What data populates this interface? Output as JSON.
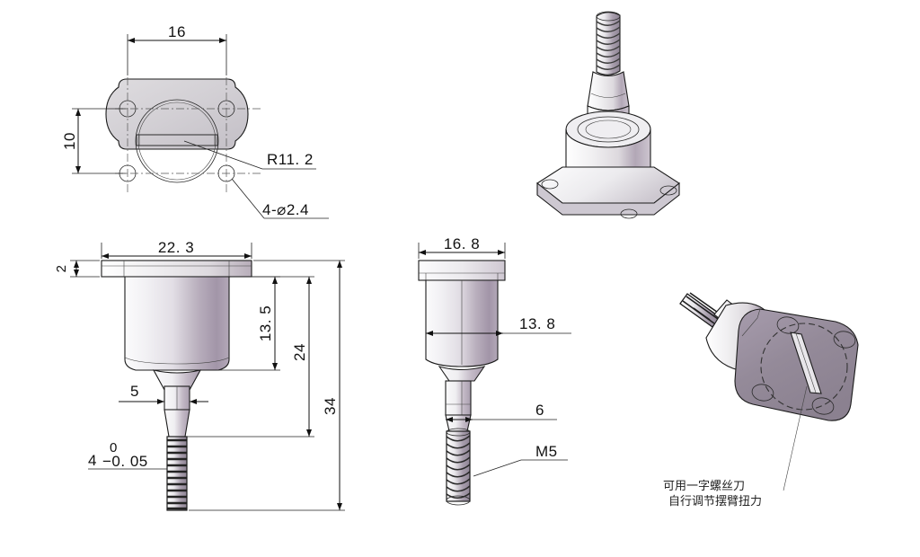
{
  "drawing": {
    "title": "Mechanical part engineering drawing",
    "background": "#ffffff",
    "line_color": "#111111",
    "metal_light": "#f4f4f6",
    "metal_mid": "#d6d3da",
    "metal_mauve": "#9b8fa0",
    "flange_mauve": "#948a99"
  },
  "views": {
    "top_left": {
      "name": "flange-top-view",
      "dimensions": {
        "width": "16",
        "height": "10",
        "radius_callout": "R11. 2",
        "holes_callout": "4-⌀2.4"
      }
    },
    "bottom_left": {
      "name": "front-section-view",
      "dimensions": {
        "flange_width": "22. 3",
        "flange_thickness": "2",
        "body_height": "13. 5",
        "mid_height": "24",
        "total_height": "34",
        "shaft_width": "5",
        "tolerance_value": "4",
        "tolerance_upper": "0",
        "tolerance_lower": "−0. 05"
      }
    },
    "bottom_middle": {
      "name": "side-view",
      "dimensions": {
        "flange_width": "16. 8",
        "body_diameter": "13. 8",
        "shaft_diameter": "6",
        "thread_callout": "M5"
      }
    },
    "top_right": {
      "name": "isometric-view-top",
      "label": ""
    },
    "bottom_right": {
      "name": "isometric-view-face",
      "note_line1": "可用一字螺丝刀",
      "note_line2": "自行调节摆臂扭力"
    }
  }
}
